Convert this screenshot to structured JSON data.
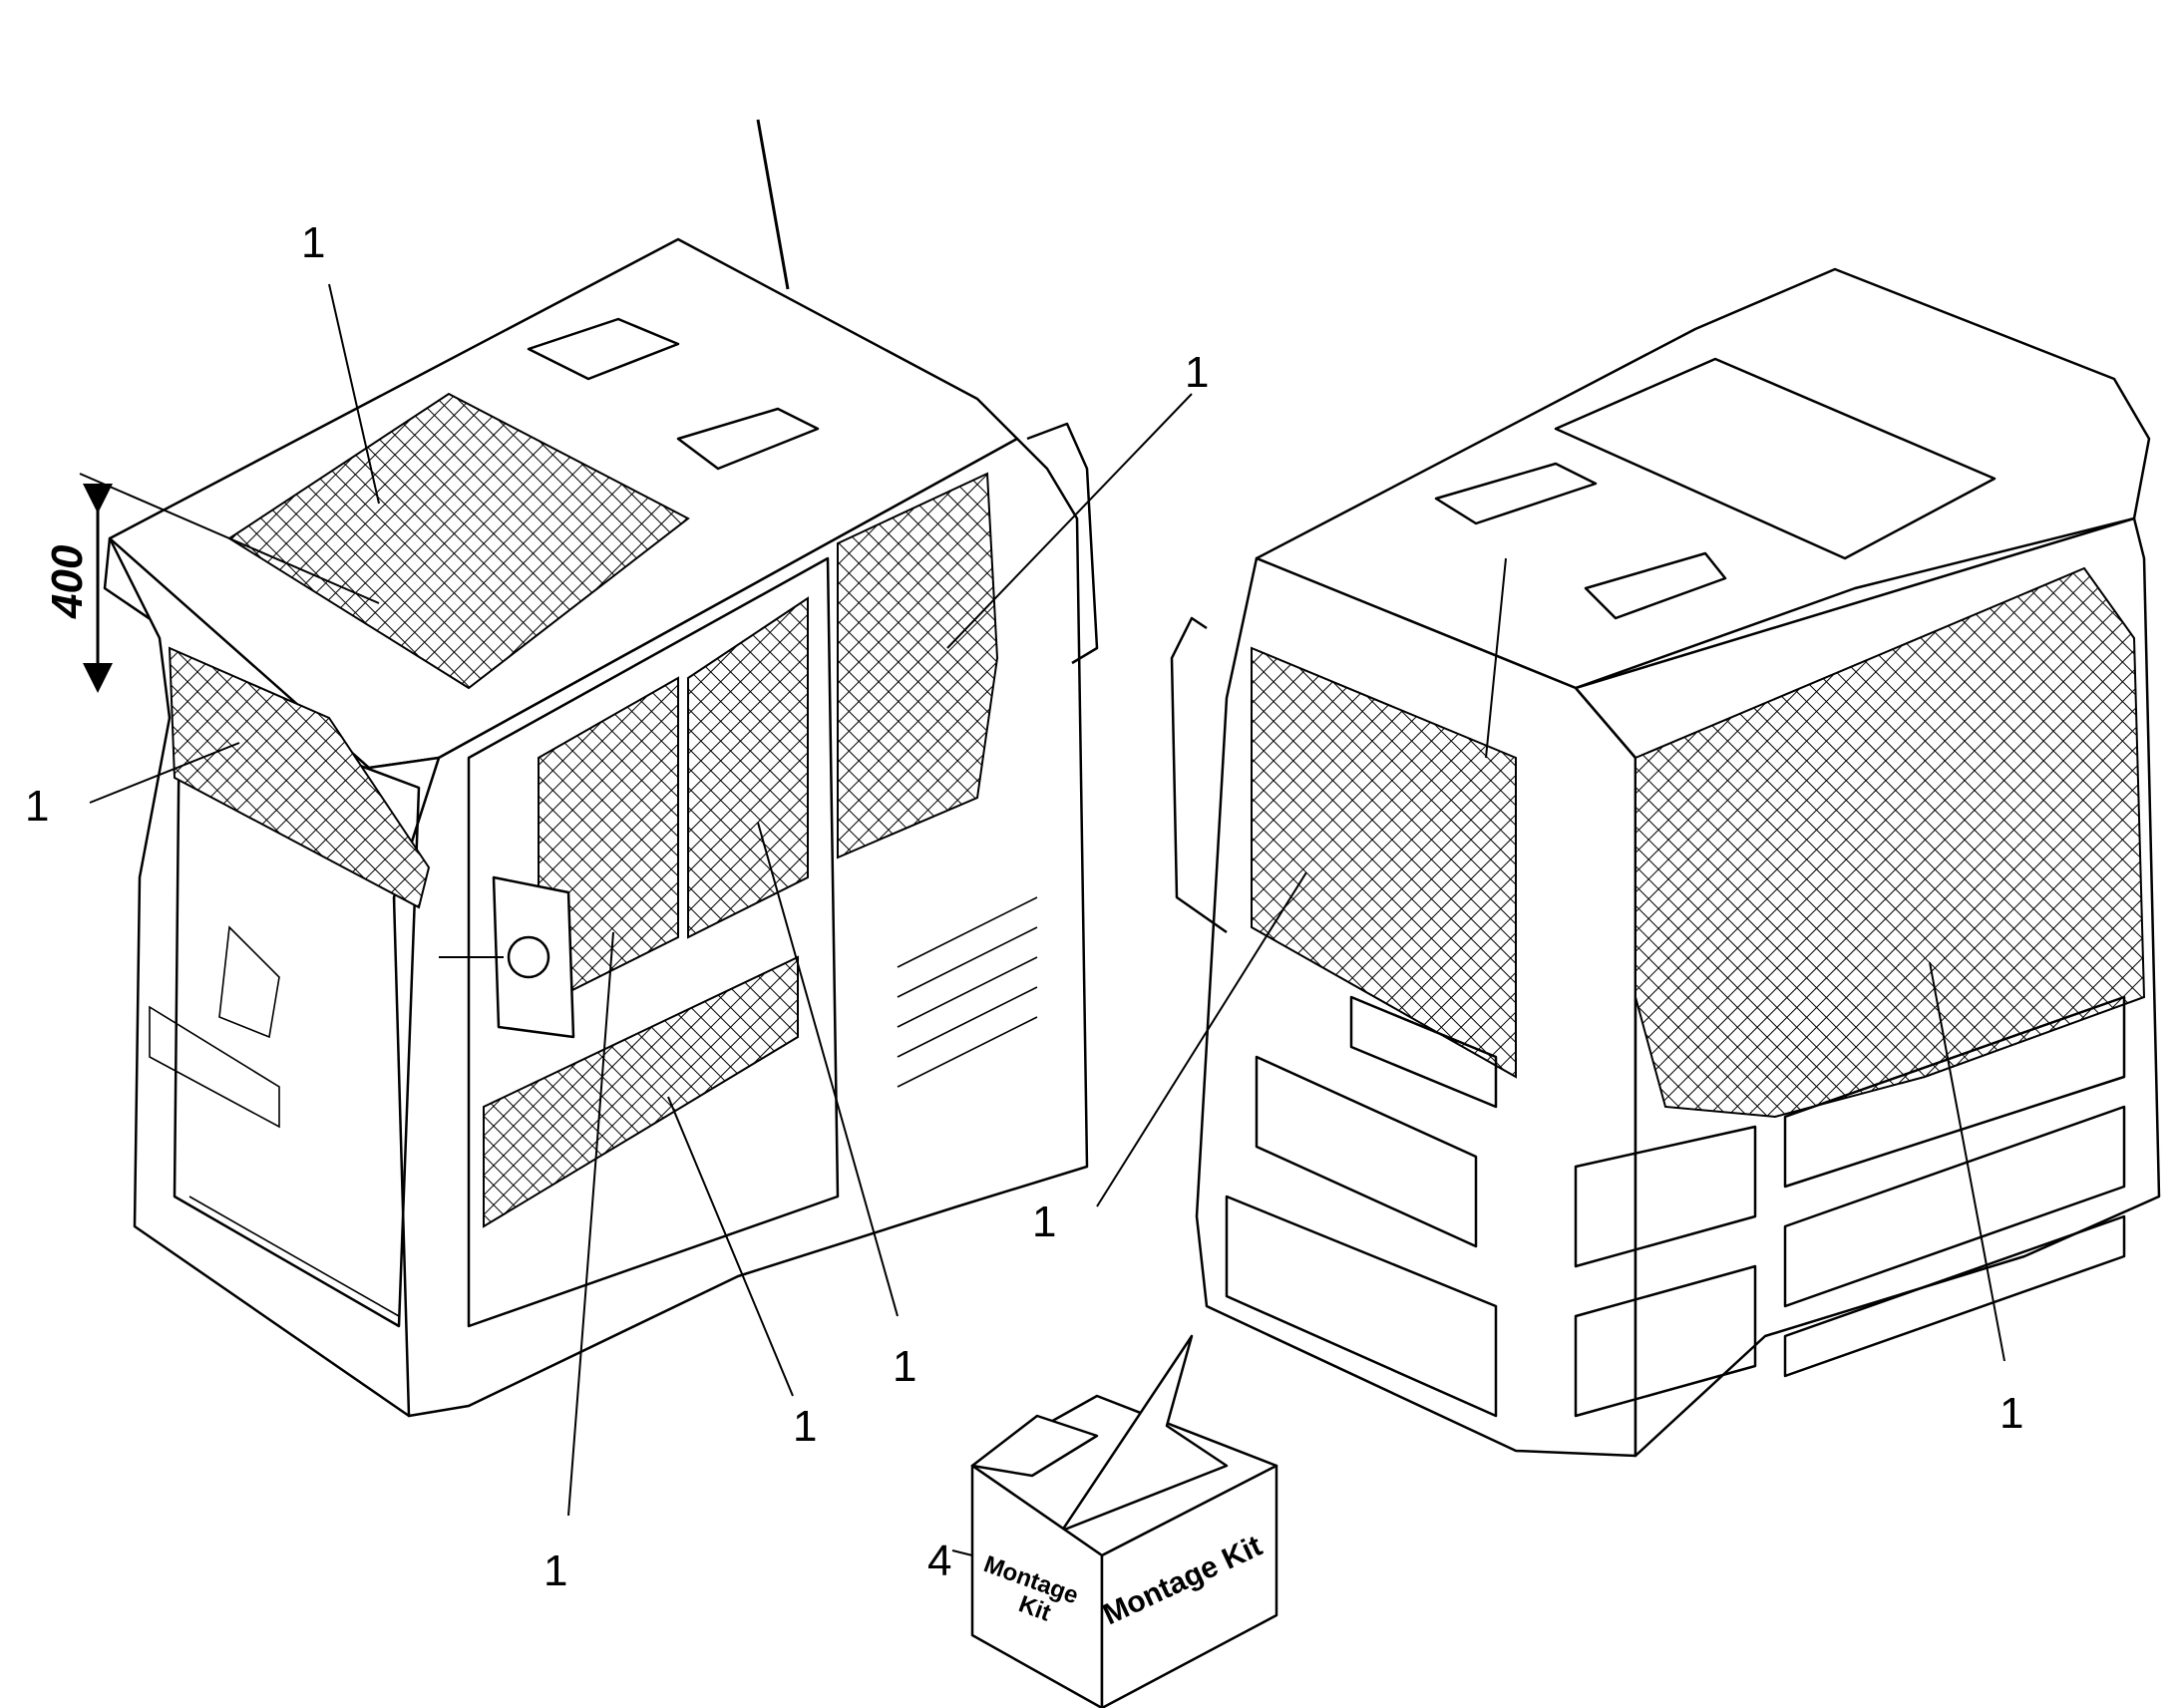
{
  "callouts": [
    {
      "id": "top-roof-grille",
      "text": "1"
    },
    {
      "id": "front-upper-grille",
      "text": "1"
    },
    {
      "id": "right-rear-window-grille",
      "text": "1"
    },
    {
      "id": "door-lower-grille",
      "text": "1"
    },
    {
      "id": "door-middle-grille",
      "text": "1"
    },
    {
      "id": "door-upper-grille",
      "text": "1"
    },
    {
      "id": "rear-side-grille",
      "text": "1"
    },
    {
      "id": "rear-window-grille",
      "text": "1"
    },
    {
      "id": "montage-kit-box",
      "text": "4"
    }
  ],
  "dimension": {
    "value": "400"
  },
  "kit_box": {
    "front_label_line1": "Montage",
    "front_label_line2": "Kit",
    "side_label": "Montage Kit"
  }
}
